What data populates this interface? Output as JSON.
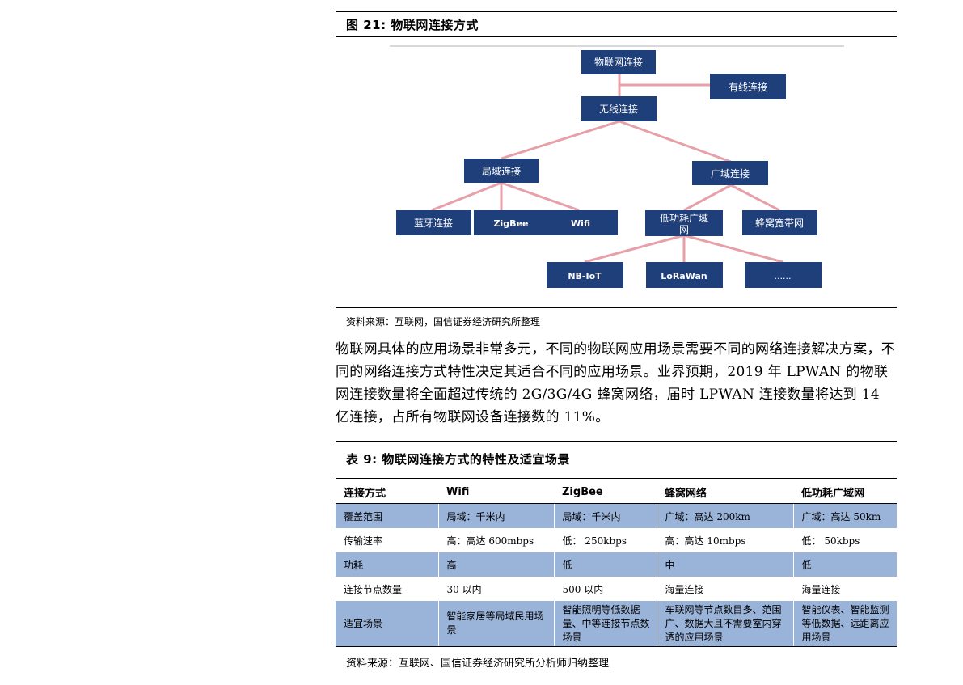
{
  "figure": {
    "caption": "图 21:  物联网连接方式",
    "nodes": {
      "root": "物联网连接",
      "wired": "有线连接",
      "wireless": "无线连接",
      "local": "局域连接",
      "wide": "广域连接",
      "bluetooth": "蓝牙连接",
      "zigbee": "ZigBee",
      "wifi": "Wifi",
      "lpwan_line1": "低功耗广域",
      "lpwan_line2": "网",
      "cellular": "蜂窝宽带网",
      "nbiot": "NB-IoT",
      "lorawan": "LoRaWan",
      "more": "......"
    },
    "source": "资料来源：互联网，国信证券经济研究所整理"
  },
  "body_text": "物联网具体的应用场景非常多元，不同的物联网应用场景需要不同的网络连接解决方案，不同的网络连接方式特性决定其适合不同的应用场景。业界预期，2019 年 LPWAN 的物联网连接数量将全面超过传统的 2G/3G/4G 蜂窝网络，届时 LPWAN 连接数量将达到 14 亿连接，占所有物联网设备连接数的 11%。",
  "table": {
    "caption": "表 9:  物联网连接方式的特性及适宜场景",
    "headers": [
      "连接方式",
      "Wifi",
      "ZigBee",
      "蜂窝网络",
      "低功耗广域网"
    ],
    "rows": [
      [
        "覆盖范围",
        "局域：千米内",
        "局域：千米内",
        "广域：高达 200km",
        "广域：高达 50km"
      ],
      [
        "传输速率",
        "高：高达 600mbps",
        "低： 250kbps",
        "高：高达 10mbps",
        "低： 50kbps"
      ],
      [
        "功耗",
        "高",
        "低",
        "中",
        "低"
      ],
      [
        "连接节点数量",
        "30 以内",
        "500 以内",
        "海量连接",
        "海量连接"
      ],
      [
        "适宜场景",
        "智能家居等局域民用场景",
        "智能照明等低数据量、中等连接节点数场景",
        "车联网等节点数目多、范围广、数据大且不需要室内穿透的应用场景",
        "智能仪表、智能监测等低数据、远距离应用场景"
      ]
    ],
    "source": "资料来源：互联网、国信证券经济研究所分析师归纳整理"
  },
  "colors": {
    "node_fill": "#1f3f7a",
    "connector": "#e8a0a8",
    "row_shade": "#99b3d9"
  }
}
